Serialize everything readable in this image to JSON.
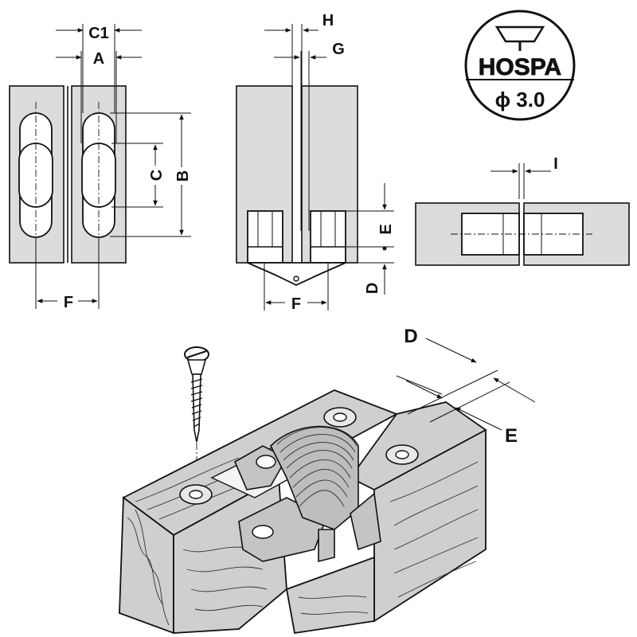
{
  "labels": {
    "C1": "C1",
    "A": "A",
    "B": "B",
    "C": "C",
    "F_left": "F",
    "H": "H",
    "G": "G",
    "E_mid": "E",
    "D_mid": "D",
    "F_mid": "F",
    "I": "I",
    "D_iso": "D",
    "E_iso": "E"
  },
  "logo": {
    "brand": "HOSPA",
    "size": "ϕ 3.0"
  },
  "colors": {
    "panel_fill": "#dcdcdc",
    "wood_fill": "#cfcfcf",
    "metal_fill": "#c4c4c4",
    "ink": "#111111"
  }
}
